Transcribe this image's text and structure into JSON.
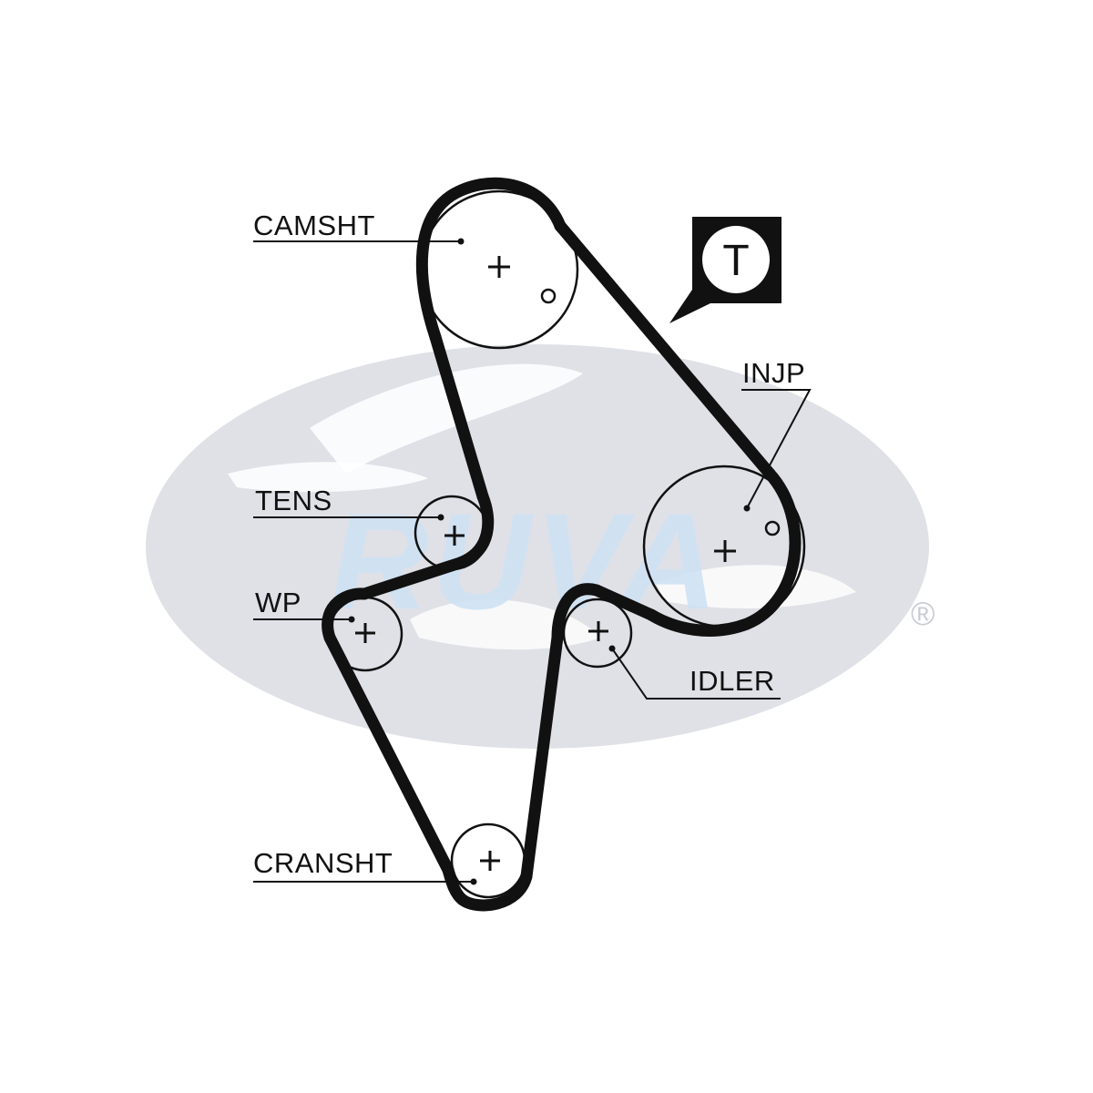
{
  "diagram": {
    "labels": {
      "camshaft": "CAMSHT",
      "injection_pump": "INJP",
      "tensioner": "TENS",
      "water_pump": "WP",
      "idler": "IDLER",
      "crankshaft": "CRANSHT"
    },
    "tension_marker": "T",
    "watermark_text": "RUVA",
    "registered_mark": "®"
  },
  "colors": {
    "ink": "#111111",
    "logo_gray": "#dfe1e7",
    "watermark_blue": "#cfe2f4",
    "background": "#ffffff"
  }
}
